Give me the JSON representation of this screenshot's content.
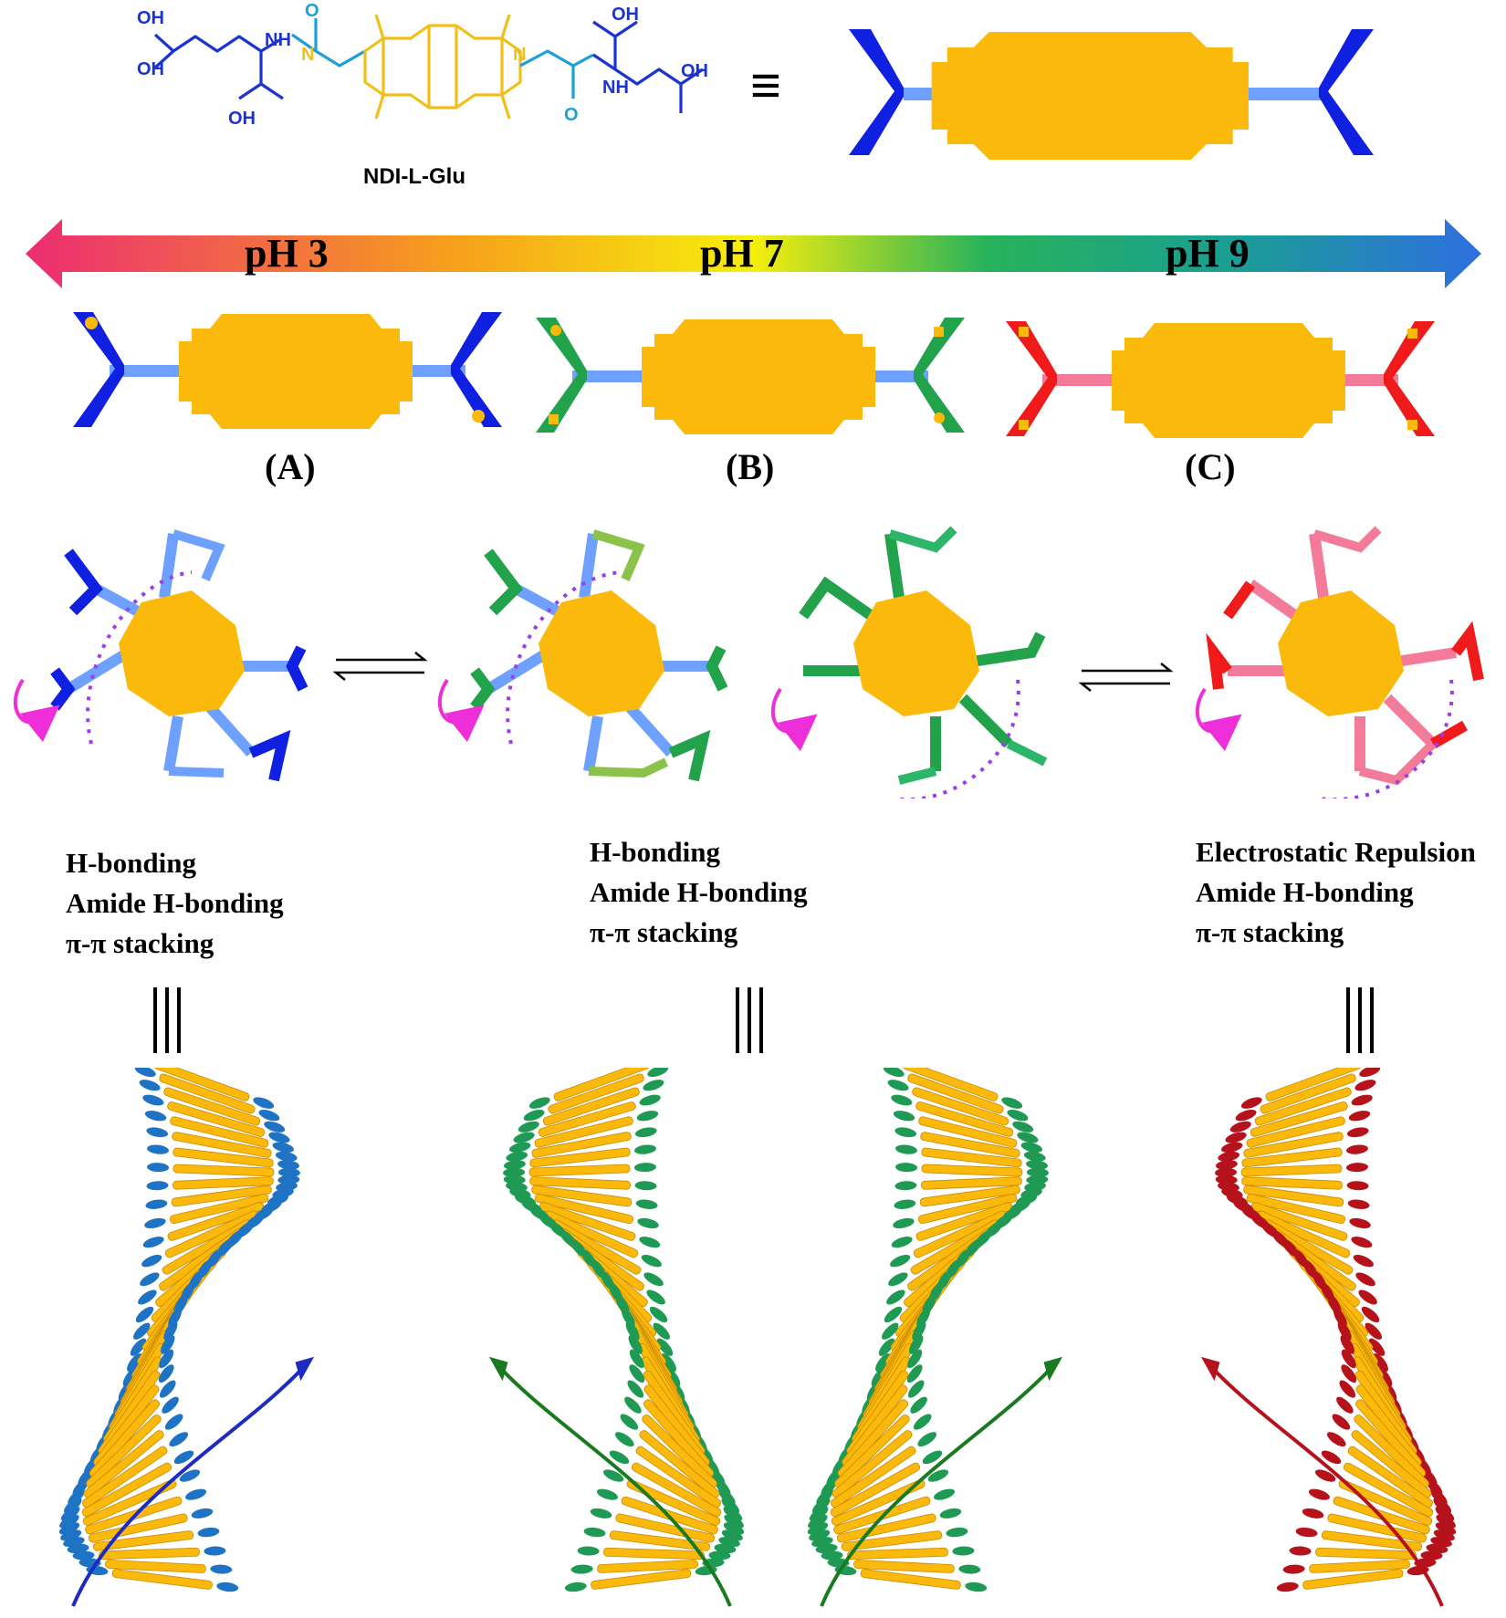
{
  "molecule": {
    "name": "NDI-L-Glu",
    "atom_labels": {
      "oh": "OH",
      "nh": "NH",
      "o": "O",
      "n": "N"
    }
  },
  "ph_scale": {
    "labels": [
      "pH  3",
      "pH  7",
      "pH  9"
    ],
    "gradient_colors": [
      "#ec2c73",
      "#f7a21a",
      "#f6ee0d",
      "#27b25a",
      "#1aa090",
      "#2e6fe0"
    ]
  },
  "forms": [
    {
      "label": "(A)",
      "color": "#1020e0",
      "linker": "#6ea0ff"
    },
    {
      "label": "(B)",
      "color": "#22a24a",
      "linker": "#6ea0ff"
    },
    {
      "label": "(C)",
      "color": "#f01a1a",
      "linker": "#f47a9a"
    }
  ],
  "interactions": [
    {
      "lines": [
        "H-bonding",
        "Amide H-bonding",
        "π-π stacking"
      ]
    },
    {
      "lines": [
        "H-bonding",
        "Amide H-bonding",
        "π-π stacking"
      ]
    },
    {
      "lines": [
        "Electrostatic Repulsion",
        "Amide H-bonding",
        "π-π stacking"
      ]
    }
  ],
  "equivalence_symbol": "≡",
  "colors": {
    "core": "#fbb90b",
    "blue_end": "#1020e0",
    "helix_blue": "#1f73c4",
    "helix_green": "#1f9a55",
    "helix_red": "#b5121b",
    "curl_arrow": "#ee2ed8",
    "dotted": "#9b3ee8"
  }
}
